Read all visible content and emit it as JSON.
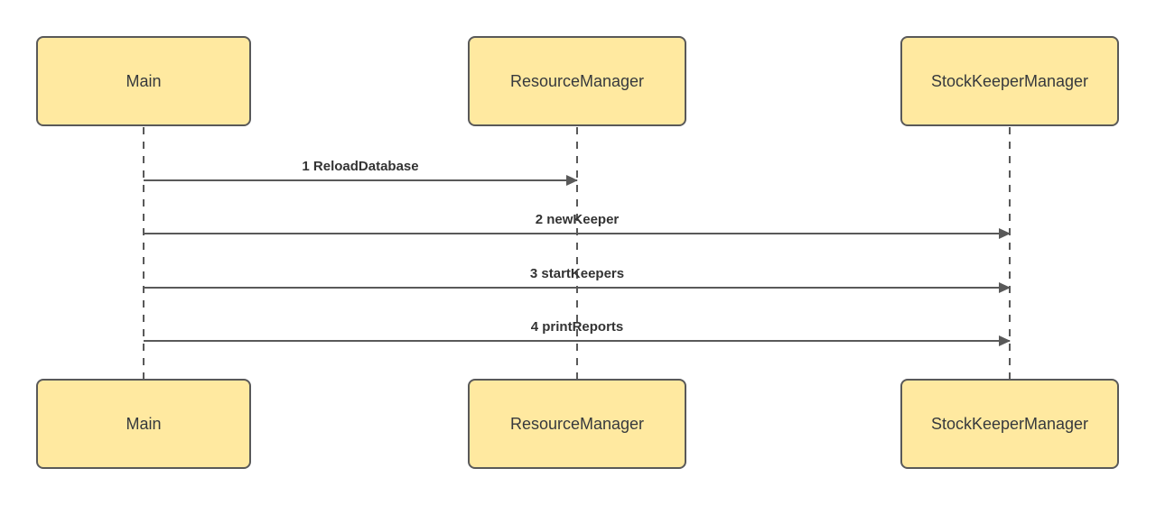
{
  "diagram": {
    "type": "uml-sequence",
    "actors": [
      {
        "label": "Main"
      },
      {
        "label": "ResourceManager"
      },
      {
        "label": "StockKeeperManager"
      }
    ],
    "messages": [
      {
        "label": "1 ReloadDatabase",
        "from": "Main",
        "to": "ResourceManager"
      },
      {
        "label": "2 newKeeper",
        "from": "Main",
        "to": "StockKeeperManager"
      },
      {
        "label": "3 startKeepers",
        "from": "Main",
        "to": "StockKeeperManager"
      },
      {
        "label": "4 printReports",
        "from": "Main",
        "to": "StockKeeperManager"
      }
    ],
    "colors": {
      "actor_fill": "#ffe9a0",
      "actor_border": "#595959",
      "line": "#595959",
      "label_text": "#333333",
      "background": "#ffffff"
    }
  }
}
